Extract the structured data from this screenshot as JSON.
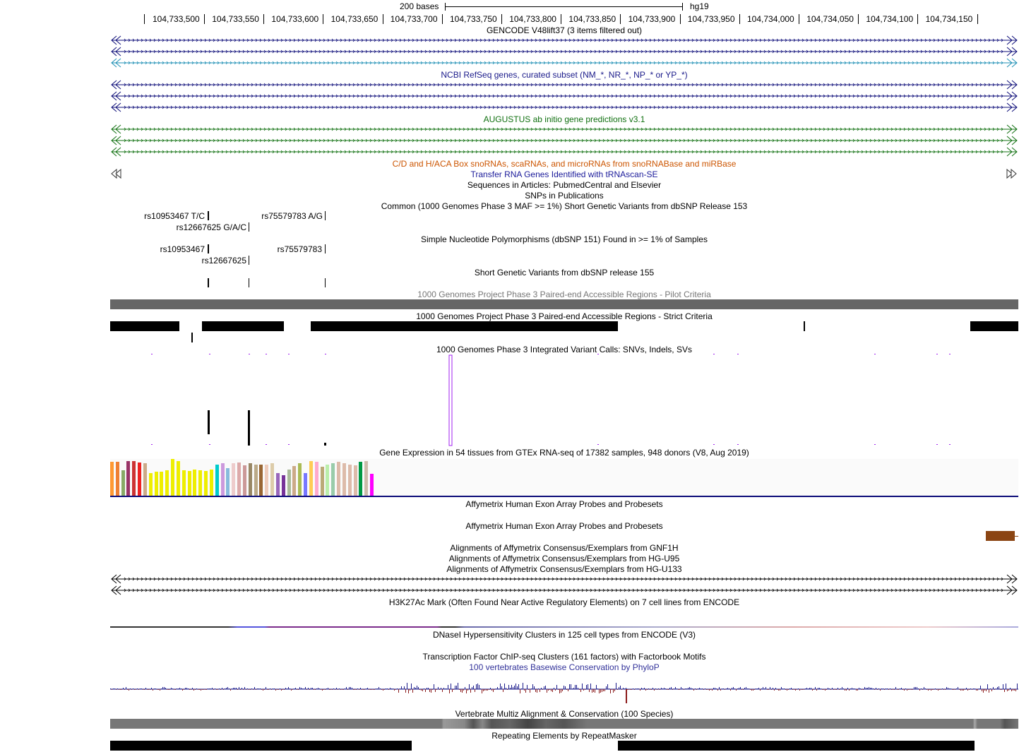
{
  "ruler": {
    "scale_label": "200 bases",
    "assembly": "hg19",
    "ticks": [
      "104,733,500",
      "104,733,550",
      "104,733,600",
      "104,733,650",
      "104,733,700",
      "104,733,750",
      "104,733,800",
      "104,733,850",
      "104,733,900",
      "104,733,950",
      "104,734,000",
      "104,734,050",
      "104,734,100",
      "104,734,150"
    ]
  },
  "tracks": {
    "gencode": "GENCODE V48lift37 (3 items filtered out)",
    "refseq": "NCBI RefSeq genes, curated subset (NM_*, NR_*, NP_* or YP_*)",
    "augustus": "AUGUSTUS ab initio gene predictions v3.1",
    "snorna": "C/D and H/ACA Box snoRNAs, scaRNAs, and microRNAs from snoRNABase and miRBase",
    "trna": "Transfer RNA Genes Identified with tRNAscan-SE",
    "pubs_seq": "Sequences in Articles: PubmedCentral and Elsevier",
    "pubs_snp": "SNPs in Publications",
    "dbsnp153": "Common (1000 Genomes Phase 3 MAF >= 1%) Short Genetic Variants from dbSNP Release 153",
    "dbsnp151": "Simple Nucleotide Polymorphisms (dbSNP 151) Found in >= 1% of Samples",
    "dbsnp155": "Short Genetic Variants from dbSNP release 155",
    "access_pilot": "1000 Genomes Project Phase 3 Paired-end Accessible Regions - Pilot Criteria",
    "access_strict": "1000 Genomes Project Phase 3 Paired-end Accessible Regions - Strict Criteria",
    "kgp_variants": "1000 Genomes Phase 3 Integrated Variant Calls: SNVs, Indels, SVs",
    "gtex": "Gene Expression in 54 tissues from GTEx RNA-seq of 17382 samples, 948 donors (V8, Aug 2019)",
    "affy_exon_1": "Affymetrix Human Exon Array Probes and Probesets",
    "affy_exon_2": "Affymetrix Human Exon Array Probes and Probesets",
    "affy_gnf1h": "Alignments of Affymetrix Consensus/Exemplars from GNF1H",
    "affy_u95": "Alignments of Affymetrix Consensus/Exemplars from HG-U95",
    "affy_u133": "Alignments of Affymetrix Consensus/Exemplars from HG-U133",
    "h3k27ac": "H3K27Ac Mark (Often Found Near Active Regulatory Elements) on 7 cell lines from ENCODE",
    "dnase": "DNaseI Hypersensitivity Clusters in 125 cell types from ENCODE (V3)",
    "tfbs": "Transcription Factor ChIP-seq Clusters (161 factors) with Factorbook Motifs",
    "phylop": "100 vertebrates Basewise Conservation by PhyloP",
    "multiz": "Vertebrate Multiz Alignment & Conservation (100 Species)",
    "rmsk": "Repeating Elements by RepeatMasker"
  },
  "snp_labels": {
    "dbsnp153": [
      "rs10953467 T/C",
      "rs75579783 A/G",
      "rs12667625 G/A/C"
    ],
    "dbsnp151": [
      "rs10953467",
      "rs75579783",
      "rs12667625"
    ]
  },
  "colors": {
    "gencode": "#0c0c78",
    "gencode_alt": "#1e8fb4",
    "refseq": "#0c0c78",
    "augustus": "#107010",
    "snorna": "#cc5500",
    "trna": "#1a1a9a",
    "pilot": "#666666",
    "phylop_pos": "#1a1a8a",
    "phylop_neg": "#8b1a1a",
    "multiz": "#777777",
    "affy_exon_block": "#8b4513",
    "kgp_sv": "#a020f0"
  },
  "gtex_colors": [
    "#ff9933",
    "#ee7f33",
    "#88aa66",
    "#993366",
    "#cc3333",
    "#ee2222",
    "#ccaa88",
    "#eeee00",
    "#eeee00",
    "#eeee00",
    "#eeee00",
    "#eeee00",
    "#eeee00",
    "#eeee00",
    "#eeee00",
    "#eeee00",
    "#eeee00",
    "#eeee00",
    "#eeee00",
    "#00cccc",
    "#cc99dd",
    "#88bbdd",
    "#eecccc",
    "#ddaaaa",
    "#cc9999",
    "#998866",
    "#bbaa88",
    "#996633",
    "#eeccbb",
    "#ddccaa",
    "#9966bb",
    "#773399",
    "#aabb99",
    "#ccaa88",
    "#aabb55",
    "#7777ff",
    "#ffcc55",
    "#ffaacc",
    "#bbaa77",
    "#bbeeaa",
    "#99ccaa",
    "#ddbbaa",
    "#ddbbaa",
    "#ddbbaa",
    "#ddbbaa",
    "#009944",
    "#ccbbaa",
    "#ff00ff"
  ],
  "gtex_values": [
    0.92,
    0.92,
    0.7,
    0.95,
    0.95,
    0.9,
    0.88,
    0.62,
    0.65,
    0.66,
    0.7,
    1.0,
    0.95,
    0.7,
    0.68,
    0.72,
    0.7,
    0.68,
    0.72,
    0.84,
    0.88,
    0.75,
    0.88,
    0.9,
    0.82,
    0.88,
    0.85,
    0.84,
    0.84,
    0.88,
    0.62,
    0.55,
    0.72,
    0.8,
    0.88,
    0.62,
    0.95,
    0.92,
    0.78,
    0.84,
    0.88,
    0.92,
    0.88,
    0.84,
    0.82,
    0.93,
    0.95,
    0.6
  ]
}
